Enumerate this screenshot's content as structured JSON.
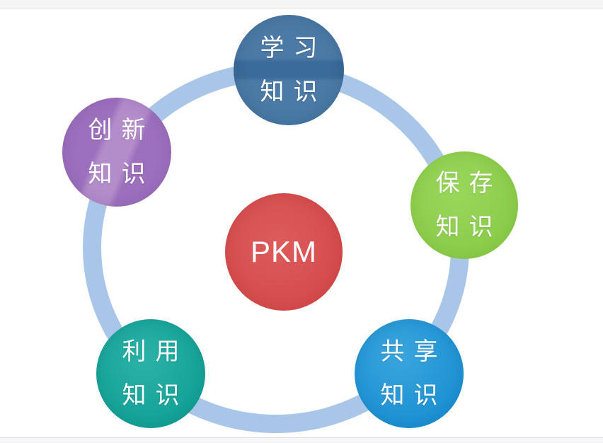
{
  "diagram": {
    "title": "PKM knowledge cycle diagram",
    "ring_color": "#a9c6e9",
    "background_color": "#ffffff",
    "edge_strip_color": "#f5f5f6",
    "center": {
      "label": "PKM",
      "color": "#d44a4a",
      "text_color": "#ffffff"
    },
    "nodes": [
      {
        "id": "learn",
        "label": "学习知识",
        "line1": "学习",
        "line2": "知识",
        "color": "#4c7aa6",
        "position": "top"
      },
      {
        "id": "save",
        "label": "保存知识",
        "line1": "保存",
        "line2": "知识",
        "color": "#8acb49",
        "position": "right"
      },
      {
        "id": "share",
        "label": "共享知识",
        "line1": "共享",
        "line2": "知识",
        "color": "#1b90d2",
        "position": "bottom-right"
      },
      {
        "id": "use",
        "label": "利用知识",
        "line1": "利用",
        "line2": "知识",
        "color": "#12a096",
        "position": "bottom-left"
      },
      {
        "id": "innovate",
        "label": "创新知识",
        "line1": "创新",
        "line2": "知识",
        "color": "#9c70bd",
        "position": "top-left"
      }
    ]
  }
}
